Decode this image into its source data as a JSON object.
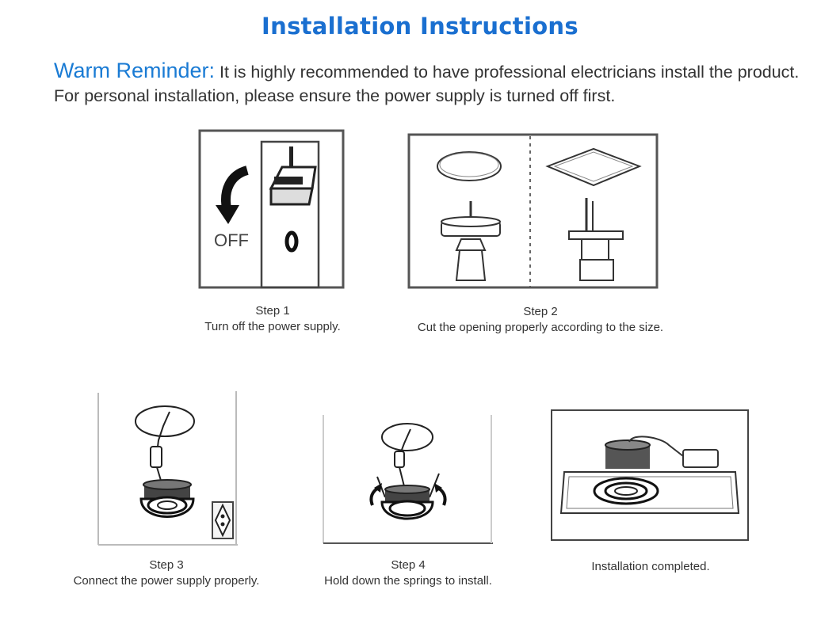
{
  "title": "Installation Instructions",
  "reminder": {
    "label": "Warm Reminder:",
    "text": " It is highly recommended to have professional electricians install the product. For personal installation, please ensure the power supply is turned off first."
  },
  "steps": [
    {
      "heading": "Step 1",
      "text": "Turn off the power supply.",
      "switch_top": "I",
      "switch_bottom": "0",
      "off_label": "OFF"
    },
    {
      "heading": "Step 2",
      "text": "Cut the opening properly according to the size."
    },
    {
      "heading": "Step 3",
      "text": "Connect the power supply properly."
    },
    {
      "heading": "Step 4",
      "text": "Hold down the springs to install."
    },
    {
      "heading": "",
      "text": "Installation completed."
    }
  ]
}
